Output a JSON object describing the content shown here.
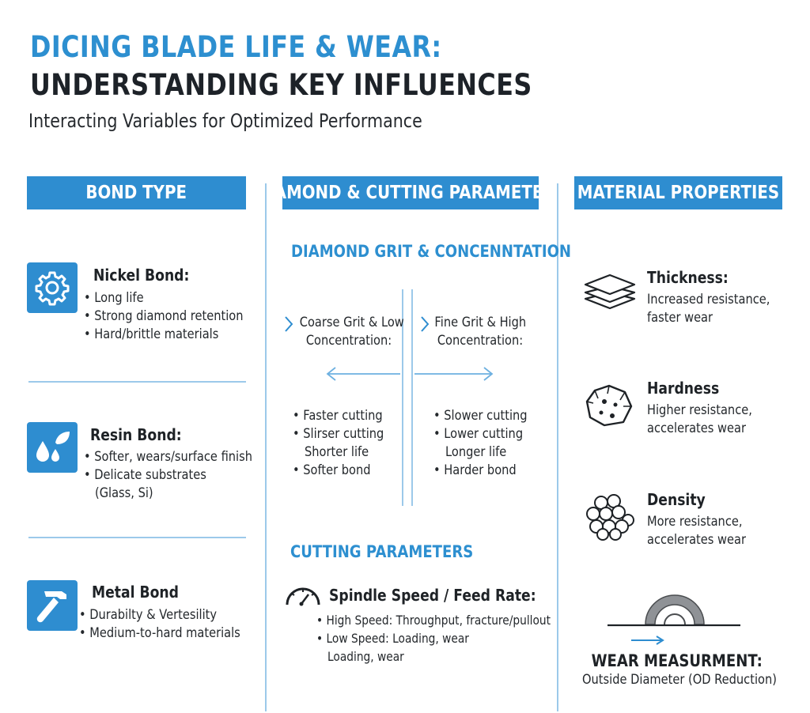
{
  "header": {
    "title_line1": "DICING BLADE LIFE & WEAR:",
    "title_line2": "UNDERSTANDING KEY INFLUENCES",
    "subtitle": "Interacting Variables for Optimized Performance"
  },
  "columns": {
    "bond": {
      "heading": "BOND TYPE",
      "items": [
        {
          "icon": "gear-icon",
          "title": "Nickel Bond:",
          "bullets": [
            "Long life",
            "Strong diamond retention",
            "Hard/brittle materials"
          ]
        },
        {
          "icon": "droplets-leaf-icon",
          "title": "Resin Bond:",
          "bullets": [
            "Softer, wears/surface finish",
            "Delicate substrates",
            "(Glass, Si)"
          ]
        },
        {
          "icon": "hammer-wrench-icon",
          "title": "Metal Bond",
          "bullets": [
            "Durabilty & Vertesility",
            "Medium-to-hard materials"
          ]
        }
      ]
    },
    "diamond": {
      "heading": "DIAMOND & CUTTING PARAMETERS",
      "grit_heading": "DIAMOND GRIT & CONCENNTATION",
      "left": {
        "title_1": "Coarse Grit & Low",
        "title_2": "Concentration:",
        "bullets": [
          "Faster cutting",
          "Slirser cutting",
          "Shorter life",
          "Softer bond"
        ]
      },
      "right": {
        "title_1": "Fine Grit & High",
        "title_2": "Concentration:",
        "bullets": [
          "Slower cutting",
          "Lower cutting",
          "Longer life",
          "Harder bond"
        ]
      },
      "cutting_heading": "CUTTING PARAMETERS",
      "spindle_title": "Spindle Speed / Feed Rate:",
      "spindle_bullets": [
        "High Speed: Throughput, fracture/pullout",
        "Low Speed: Loading, wear",
        "Loading, wear"
      ]
    },
    "material": {
      "heading": "MATERIAL PROPERTIES",
      "items": [
        {
          "icon": "layers-icon",
          "title": "Thickness:",
          "line1": "Increased resistance,",
          "line2": "faster wear"
        },
        {
          "icon": "rock-icon",
          "title": "Hardness",
          "line1": "Higher resistance,",
          "line2": "accelerates wear"
        },
        {
          "icon": "spheres-icon",
          "title": "Density",
          "line1": "More resistance,",
          "line2": "accelerates wear"
        }
      ],
      "wear_title": "WEAR MEASURMENT:",
      "wear_subtitle": "Outside Diameter (OD Reduction)"
    }
  },
  "colors": {
    "accent": "#2e8dd0",
    "divider": "#9cc9ea",
    "text": "#1e2226"
  }
}
